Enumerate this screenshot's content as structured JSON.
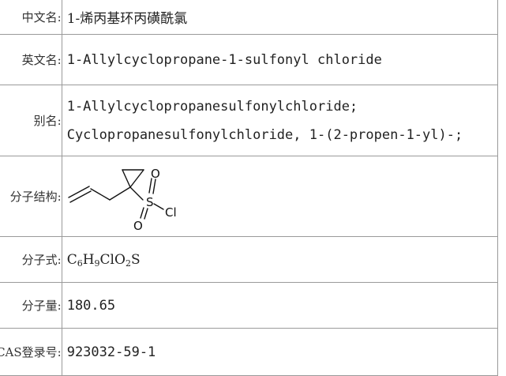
{
  "rows": [
    {
      "label": "中文名:",
      "value": "1-烯丙基环丙磺酰氯"
    },
    {
      "label": "英文名:",
      "value": "1-Allylcyclopropane-1-sulfonyl chloride"
    },
    {
      "label": "别名:",
      "values": [
        "1-Allylcyclopropanesulfonylchloride;",
        "Cyclopropanesulfonylchloride, 1-(2-propen-1-yl)-;"
      ]
    },
    {
      "label": "分子结构:",
      "atoms": {
        "s": "S",
        "o1": "O",
        "o2": "O",
        "cl": "Cl"
      }
    },
    {
      "label": "分子式:",
      "formula": [
        {
          "t": "C",
          "sub": "6"
        },
        {
          "t": "H",
          "sub": "9"
        },
        {
          "t": "ClO",
          "sub": "2"
        },
        {
          "t": "S",
          "sub": ""
        }
      ]
    },
    {
      "label": "分子量:",
      "value": "180.65"
    },
    {
      "label": "CAS登录号:",
      "value": "923032-59-1"
    }
  ]
}
